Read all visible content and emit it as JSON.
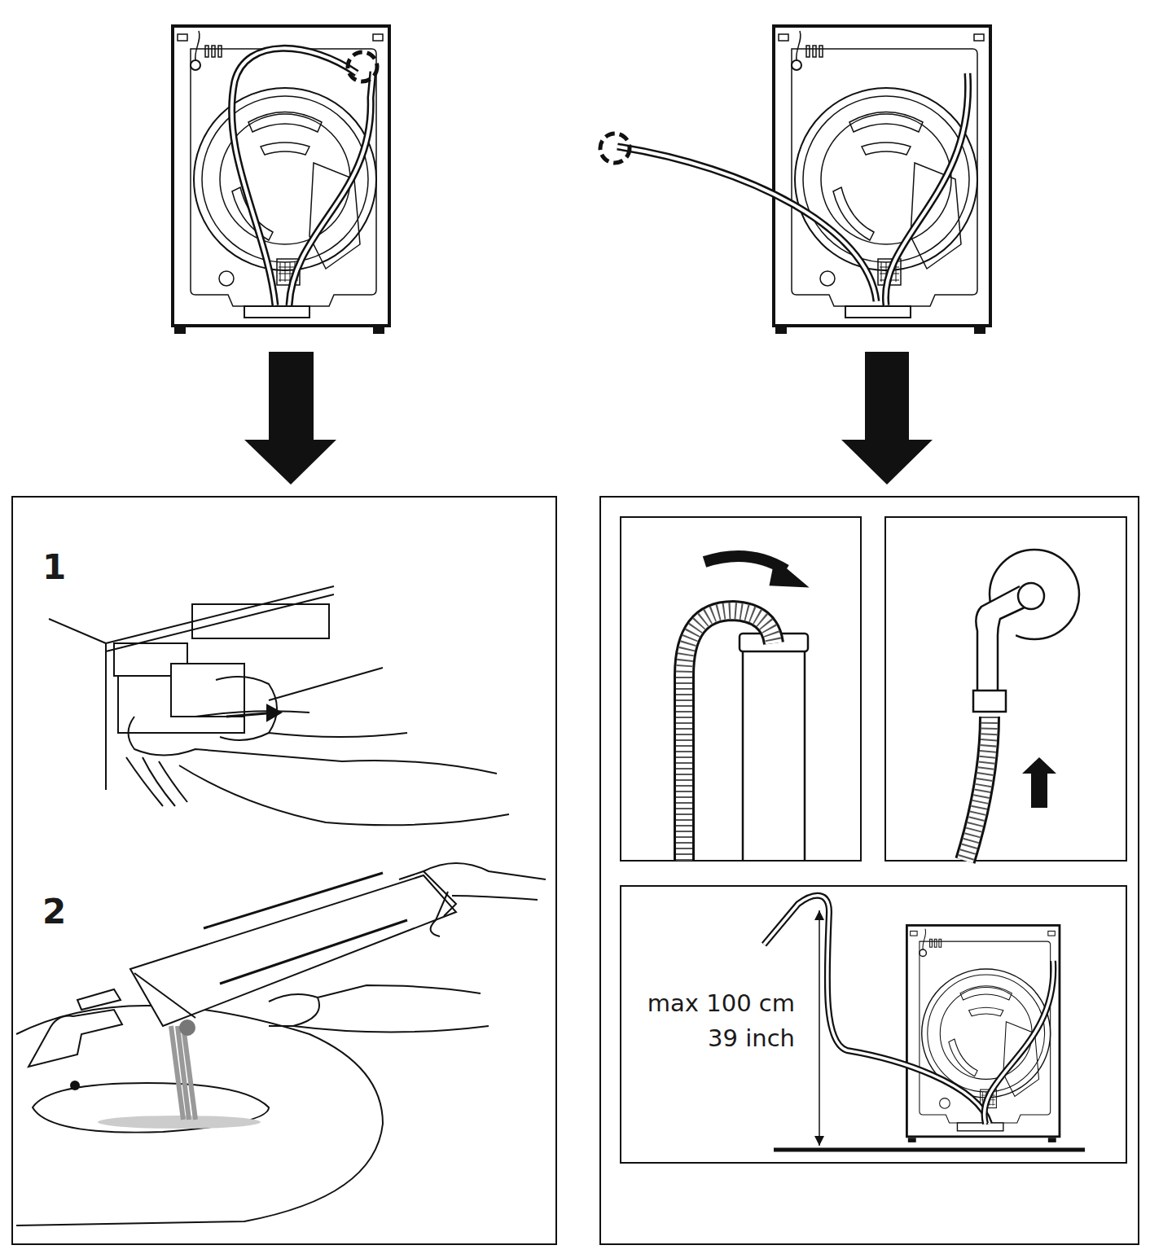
{
  "diagram": {
    "labels": [
      "1",
      "2",
      "max 100 cm",
      "39 inch"
    ]
  }
}
